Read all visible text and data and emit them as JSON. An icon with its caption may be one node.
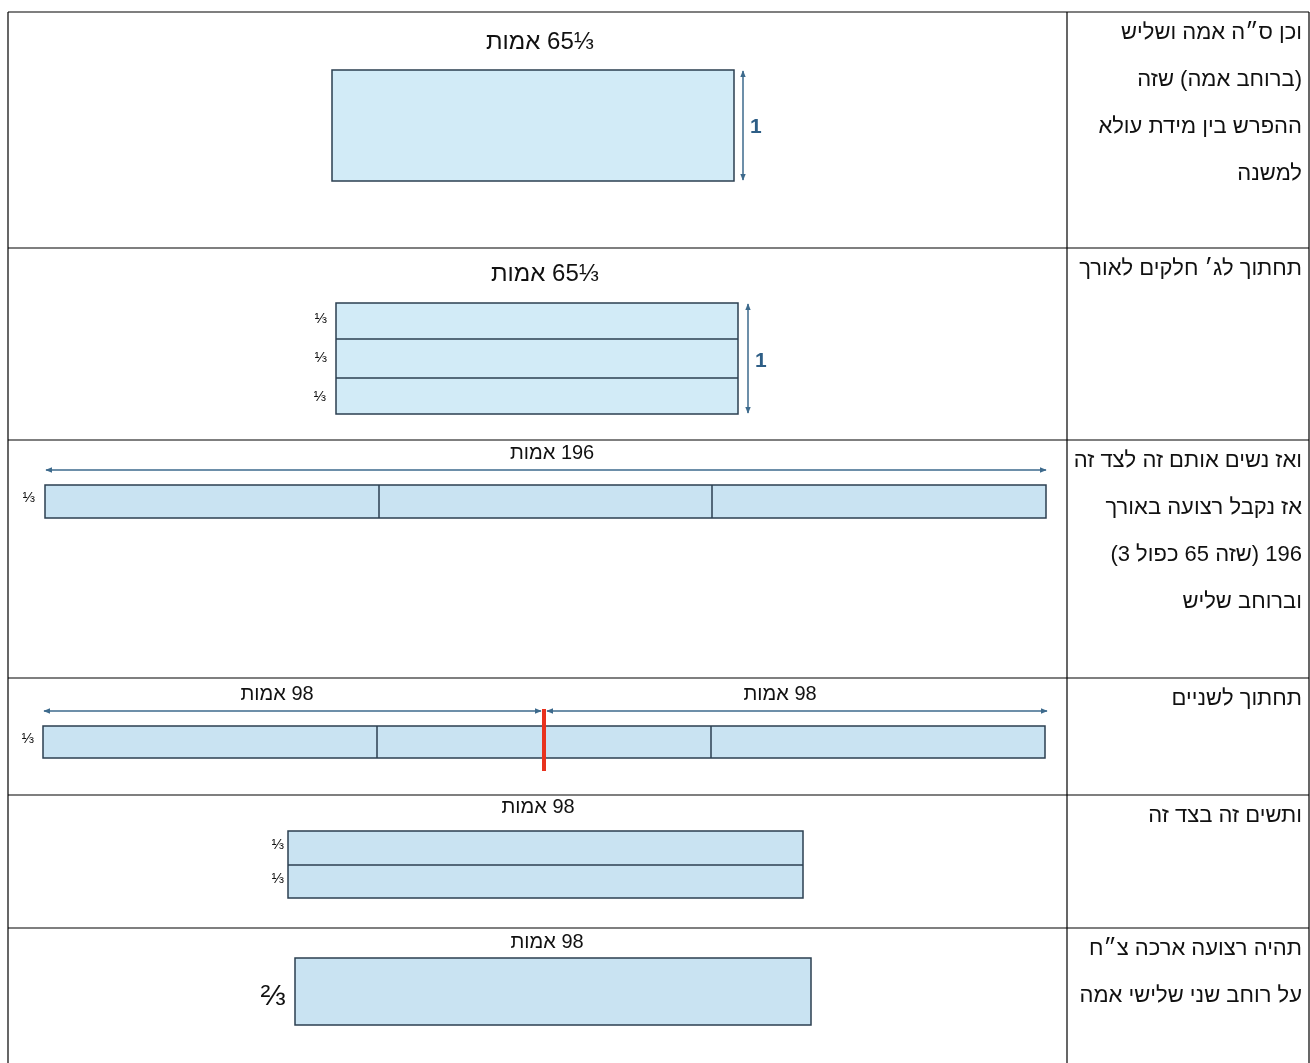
{
  "diagram": {
    "labels": [
      "וכן ס״ה אמה ושליש (ברוחב אמה) שזה ההפרש בין מידת עולא למשנה",
      "65⅓ אמות",
      "1",
      "תחתוך לג׳ חלקים לאורך",
      "65⅓ אמות",
      "⅓",
      "⅓",
      "⅓",
      "1",
      "ואז נשים אותם זה לצד זה אז נקבל רצועה באורך 196 (שזה 65 כפול 3) וברוחב שליש",
      "196 אמות",
      "⅓",
      "תחתוך לשניים",
      "98 אמות",
      "98 אמות",
      "⅓",
      "ותשים זה בצד זה",
      "98 אמות",
      "⅓",
      "⅓",
      "תהיה רצועה ארכה צ״ח על רוחב שני שלישי אמה",
      "98 אמות",
      "⅔"
    ]
  }
}
